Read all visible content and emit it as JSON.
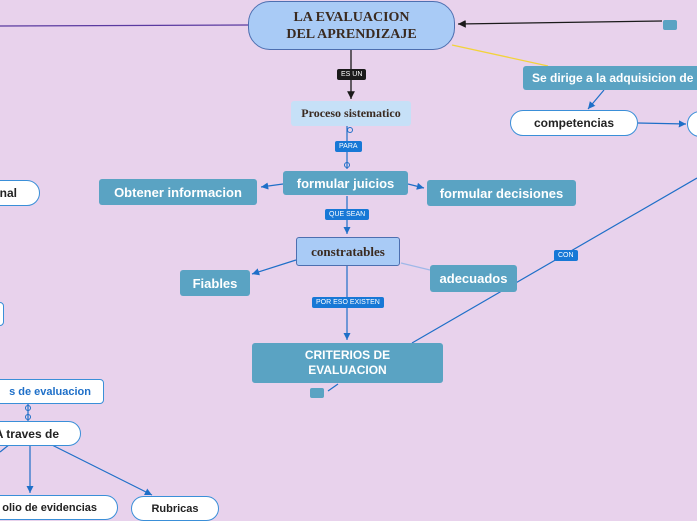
{
  "root": {
    "line1": "LA EVALUACION",
    "line2": "DEL APRENDIZAJE"
  },
  "nodes": {
    "proceso": "Proceso sistematico",
    "formular_juicios": "formular juicios",
    "obtener": "Obtener informacion",
    "formular_decisiones": "formular decisiones",
    "constratables": "constratables",
    "fiables": "Fiables",
    "adecuados": "adecuados",
    "criterios_line1": "CRITERIOS DE",
    "criterios_line2": "EVALUACION",
    "se_dirige": "Se dirige a la adquisicion de",
    "competencias": "competencias",
    "left_nal": "nal",
    "left_evaluacion": "s de evaluacion",
    "left_traves": "A traves de",
    "left_evidencias": "olio de evidencias",
    "rubricas": "Rubricas"
  },
  "labels": {
    "es_un": "ES UN",
    "para": "PARA",
    "que_sean": "QUE SEAN",
    "por_eso": "POR ESO EXISTEN",
    "con": "CON"
  },
  "colors": {
    "background": "#e8d2ec",
    "line_blue": "#1e6fc8",
    "line_black": "#1a1a1a",
    "line_yellow": "#f2d33a",
    "line_purple": "#5a3aa0",
    "teal_node": "#5aa3c3"
  }
}
